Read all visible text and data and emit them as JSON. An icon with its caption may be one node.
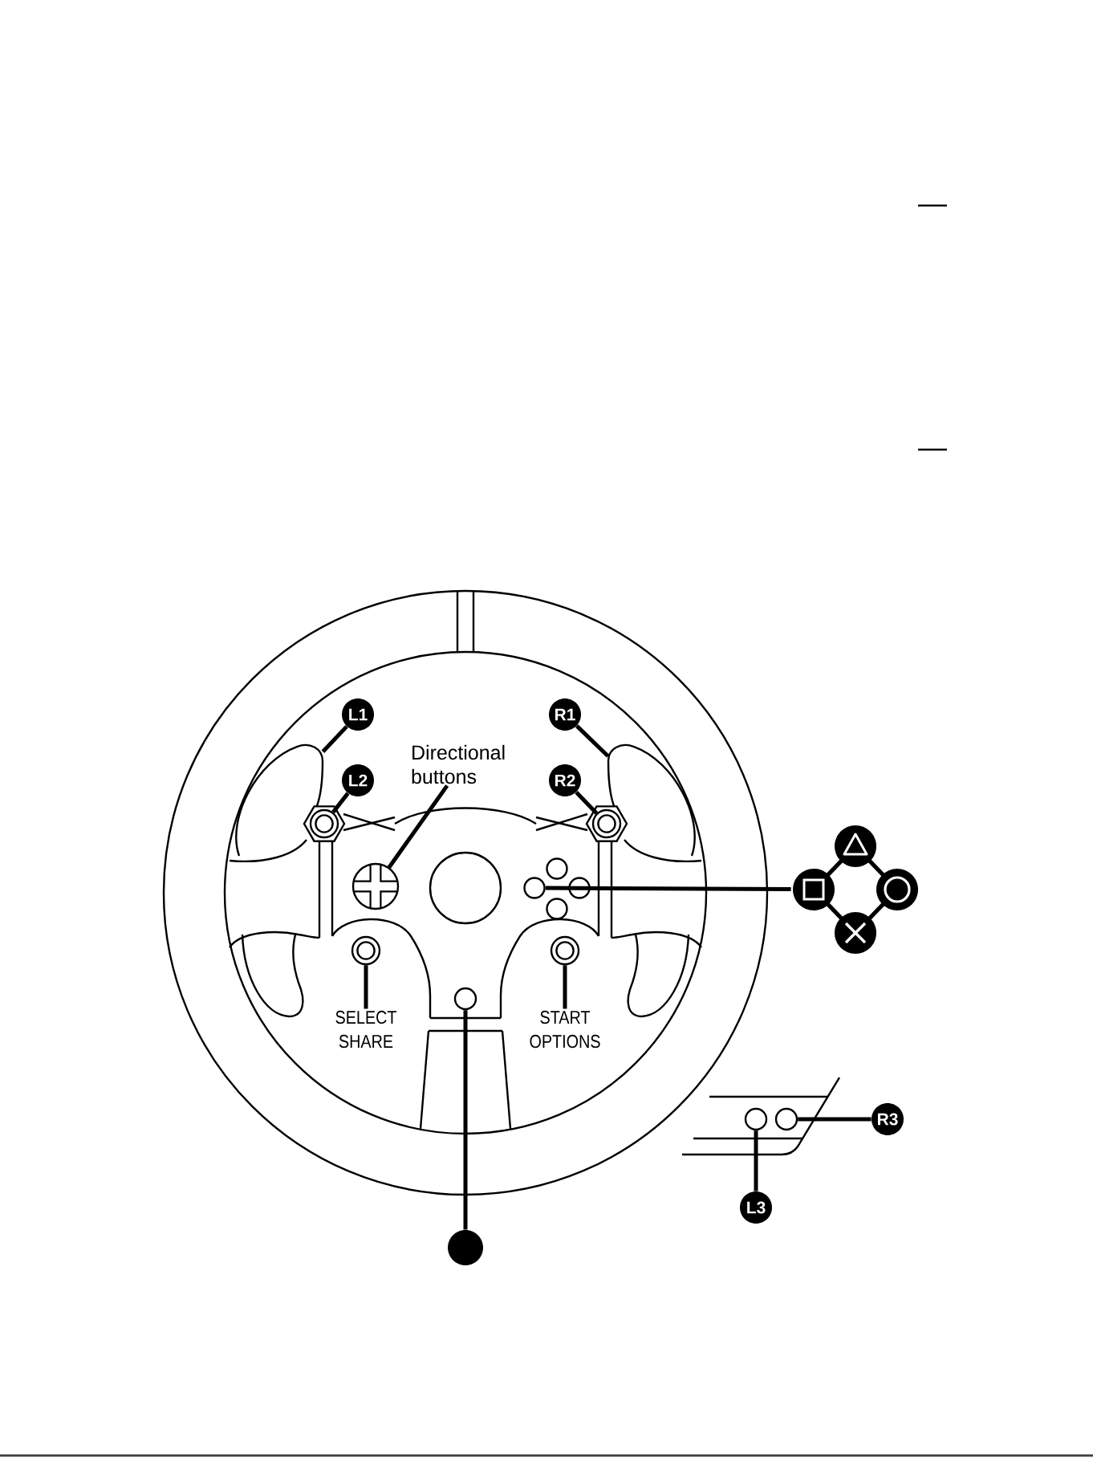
{
  "diagram": {
    "nodes": [
      {
        "text": [
          "L1"
        ]
      },
      {
        "text": [
          "R1"
        ]
      },
      {
        "text": [
          "Directional buttons"
        ]
      },
      {
        "text": [],
        "shape": "picture"
      },
      {
        "text": [],
        "shape": "picture"
      },
      {
        "text": [
          "L2"
        ]
      },
      {
        "text": [
          "R2"
        ]
      },
      {
        "text": [],
        "shape": "circle"
      },
      {
        "text": [],
        "shape": "circle"
      },
      {
        "text": [],
        "shape": "circle"
      },
      {
        "text": [],
        "shape": "circle"
      },
      {
        "text": [],
        "shape": "picture"
      },
      {
        "text": [],
        "shape": "circle"
      },
      {
        "text": [],
        "shape": "circle"
      },
      {
        "text": [],
        "shape": "circle"
      },
      {
        "text": [],
        "shape": "circle"
      },
      {
        "text": [],
        "shape": "circle"
      },
      {
        "text": [
          "SELECT",
          "SHARE"
        ]
      },
      {
        "text": [
          "START",
          "OPTIONS"
        ]
      },
      {
        "text": [],
        "shape": "circle"
      },
      {
        "text": [],
        "shape": "circle"
      },
      {
        "text": [],
        "shape": "circle"
      },
      {
        "text": [
          "R3"
        ]
      },
      {
        "text": [
          "L3"
        ]
      },
      {
        "text": [],
        "shape": "circle"
      }
    ],
    "edges": [
      {
        "from": 0,
        "to": 3,
        "arrow": "none"
      },
      {
        "from": 1,
        "to": 4,
        "arrow": "none"
      },
      {
        "from": 2,
        "to": 10,
        "arrow": "none"
      },
      {
        "from": 5,
        "to": 7,
        "arrow": "none"
      },
      {
        "from": 6,
        "to": 8,
        "arrow": "none"
      },
      {
        "from": 11,
        "to": 12,
        "arrow": "none"
      },
      {
        "from": 17,
        "to": 15,
        "arrow": "none"
      },
      {
        "from": 18,
        "to": 16,
        "arrow": "none"
      },
      {
        "from": 24,
        "to": 19,
        "arrow": "none"
      },
      {
        "from": 22,
        "to": 21,
        "arrow": "none"
      },
      {
        "from": 23,
        "to": 20,
        "arrow": "none"
      }
    ]
  }
}
